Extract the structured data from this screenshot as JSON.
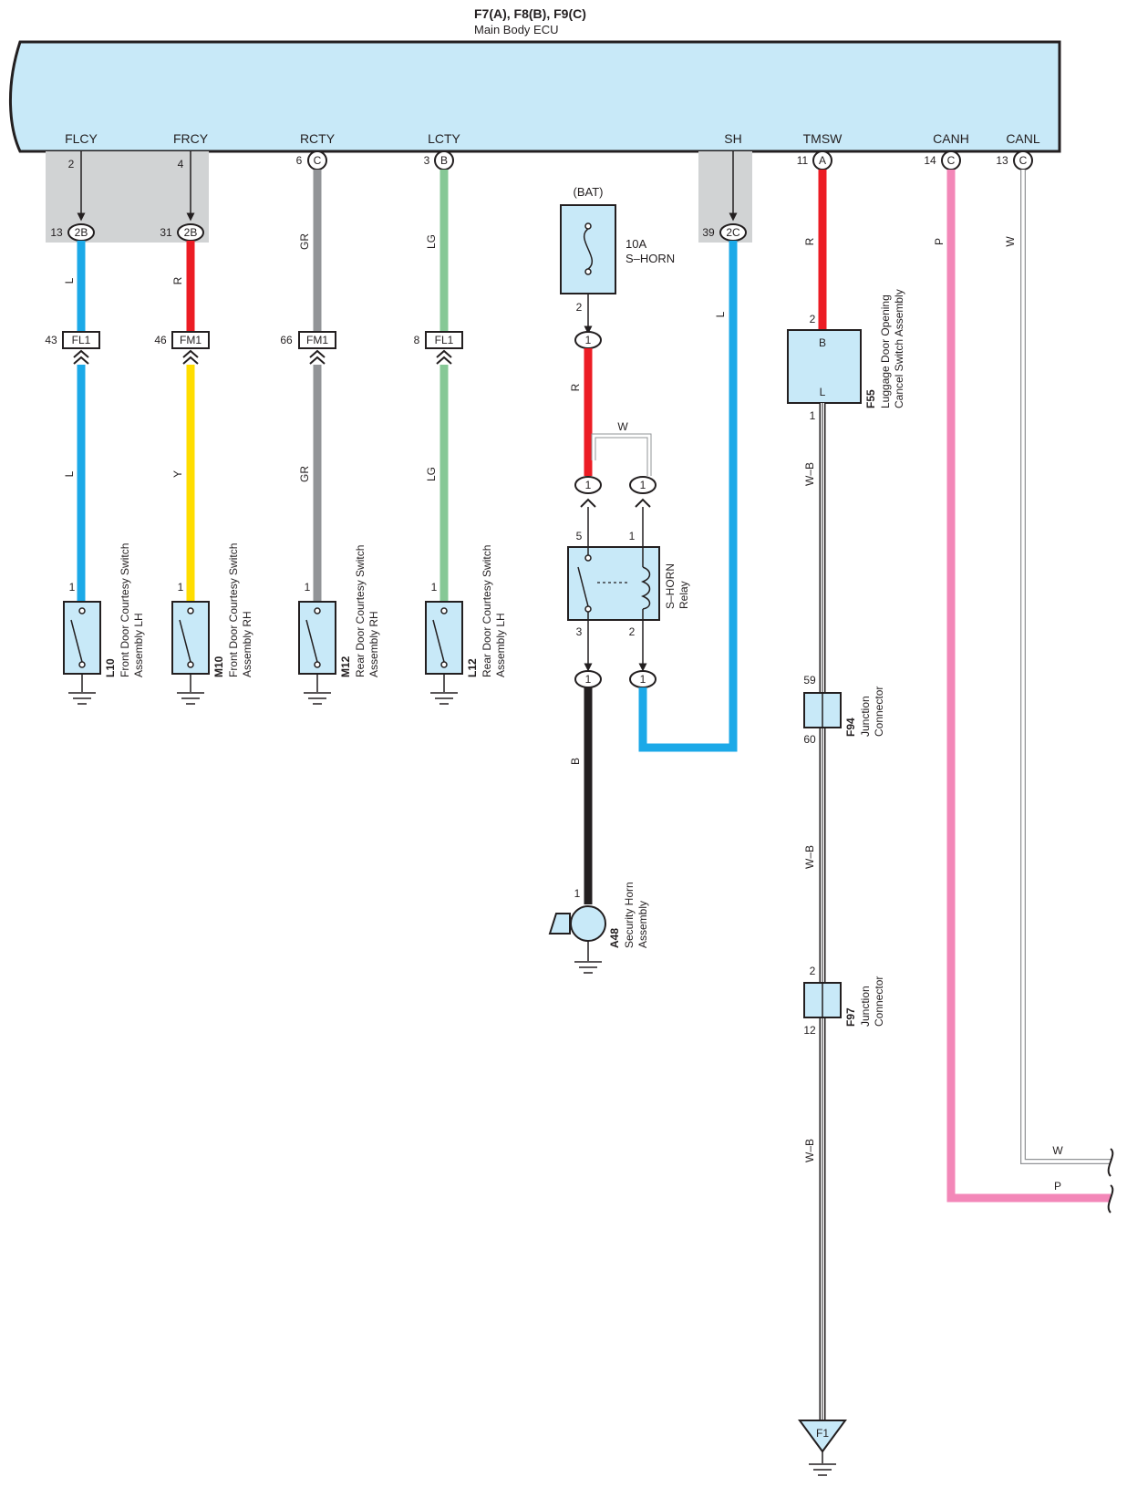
{
  "ecu": {
    "connectors": "F7(A), F8(B), F9(C)",
    "name": "Main Body ECU",
    "pins": [
      {
        "label": "FLCY",
        "num": "2",
        "conn": ""
      },
      {
        "label": "FRCY",
        "num": "4",
        "conn": ""
      },
      {
        "label": "RCTY",
        "num": "6",
        "conn": "C"
      },
      {
        "label": "LCTY",
        "num": "3",
        "conn": "B"
      },
      {
        "label": "SH",
        "num": "",
        "conn": ""
      },
      {
        "label": "TMSW",
        "num": "11",
        "conn": "A"
      },
      {
        "label": "CANH",
        "num": "14",
        "conn": "C"
      },
      {
        "label": "CANL",
        "num": "13",
        "conn": "C"
      }
    ]
  },
  "colors": {
    "ecu_fill": "#c8e9f8",
    "component_fill": "#c8e9f8",
    "shade": "#d1d3d4",
    "L": "#1ba9e8",
    "R": "#ec1c24",
    "Y": "#ffdd00",
    "GR": "#929497",
    "LG": "#86c896",
    "B": "#231f20",
    "P": "#f387b8",
    "W": "#ffffff"
  },
  "branches": [
    {
      "ecu_pin": "2",
      "jc_num": "13",
      "jc": "2B",
      "wire_top": "L",
      "inline_num": "43",
      "inline": "FL1",
      "wire_bot": "L",
      "pin": "1",
      "code": "L10",
      "name1": "Front Door Courtesy Switch",
      "name2": "Assembly LH"
    },
    {
      "ecu_pin": "4",
      "jc_num": "31",
      "jc": "2B",
      "wire_top": "R",
      "inline_num": "46",
      "inline": "FM1",
      "wire_bot": "Y",
      "pin": "1",
      "code": "M10",
      "name1": "Front Door Courtesy Switch",
      "name2": "Assembly RH"
    },
    {
      "ecu_pin": "6",
      "jc_num": "",
      "jc": "",
      "wire_top": "GR",
      "inline_num": "66",
      "inline": "FM1",
      "wire_bot": "GR",
      "pin": "1",
      "code": "M12",
      "name1": "Rear Door Courtesy Switch",
      "name2": "Assembly RH"
    },
    {
      "ecu_pin": "3",
      "jc_num": "",
      "jc": "",
      "wire_top": "LG",
      "inline_num": "8",
      "inline": "FL1",
      "wire_bot": "LG",
      "pin": "1",
      "code": "L12",
      "name1": "Rear Door Courtesy Switch",
      "name2": "Assembly LH"
    }
  ],
  "horn_circuit": {
    "bat": "(BAT)",
    "fuse_amp": "10A",
    "fuse_name": "S–HORN",
    "fuse_pin": "2",
    "jc1": "1",
    "wire_r": "R",
    "wire_w": "W",
    "jc2a": "1",
    "jc2b": "1",
    "relay_pin5": "5",
    "relay_pin1": "1",
    "relay_pin3": "3",
    "relay_pin2": "2",
    "relay_name1": "S–HORN",
    "relay_name2": "Relay",
    "jc3a": "1",
    "jc3b": "1",
    "wire_b": "B",
    "horn_pin": "1",
    "horn_code": "A48",
    "horn_name1": "Security Horn",
    "horn_name2": "Assembly"
  },
  "sh_branch": {
    "jc_num": "39",
    "jc": "2C",
    "wire": "L"
  },
  "tmsw_branch": {
    "wire_r": "R",
    "switch_pin_top": "2",
    "switch_b": "B",
    "switch_l": "L",
    "switch_pin_bot": "1",
    "switch_code": "F55",
    "switch_name1": "Luggage Door Opening",
    "switch_name2": "Cancel Switch Assembly",
    "wire_wb1": "W–B",
    "f94_top": "59",
    "f94_bot": "60",
    "f94_code": "F94",
    "f94_name1": "Junction",
    "f94_name2": "Connector",
    "wire_wb2": "W–B",
    "f97_top": "2",
    "f97_bot": "12",
    "f97_code": "F97",
    "f97_name1": "Junction",
    "f97_name2": "Connector",
    "wire_wb3": "W–B",
    "ground": "F1"
  },
  "can": {
    "wire_h": "P",
    "wire_l": "W",
    "label_w": "W",
    "label_p": "P"
  }
}
